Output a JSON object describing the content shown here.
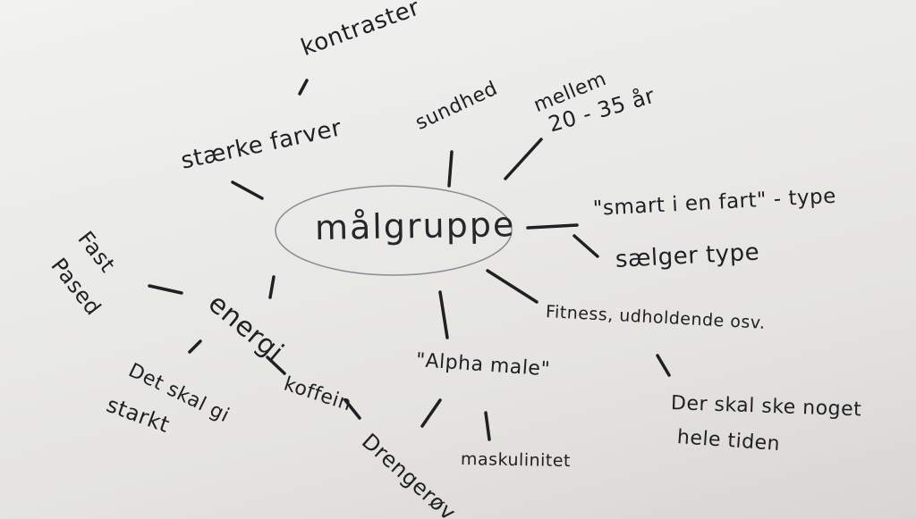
{
  "board": {
    "center_label": "målgruppe",
    "ink_color": "#1f1f24",
    "background_color": "#ebebe9",
    "labels": {
      "kontraster": "kontraster",
      "staerke_farver": "stærke farver",
      "sundhed": "sundhed",
      "mellem_line1": "mellem",
      "mellem_line2": "20 - 35 år",
      "smart_enfant": "\"smart i en fart\" - type",
      "saelger": "sælger type",
      "fitness": "Fitness, udholdende osv.",
      "skal_noget_line1": "Der skal ske noget",
      "skal_noget_line2": "hele tiden",
      "alpha": "\"Alpha male\"",
      "maskulinitet": "maskulinitet",
      "energi": "energi",
      "koffein": "koffein",
      "drengerov": "Drengerøv",
      "det_skal_line1": "Det skal gi",
      "det_skal_line2": "starkt",
      "fast_line1": "Fast",
      "fast_line2": "Pased"
    }
  }
}
